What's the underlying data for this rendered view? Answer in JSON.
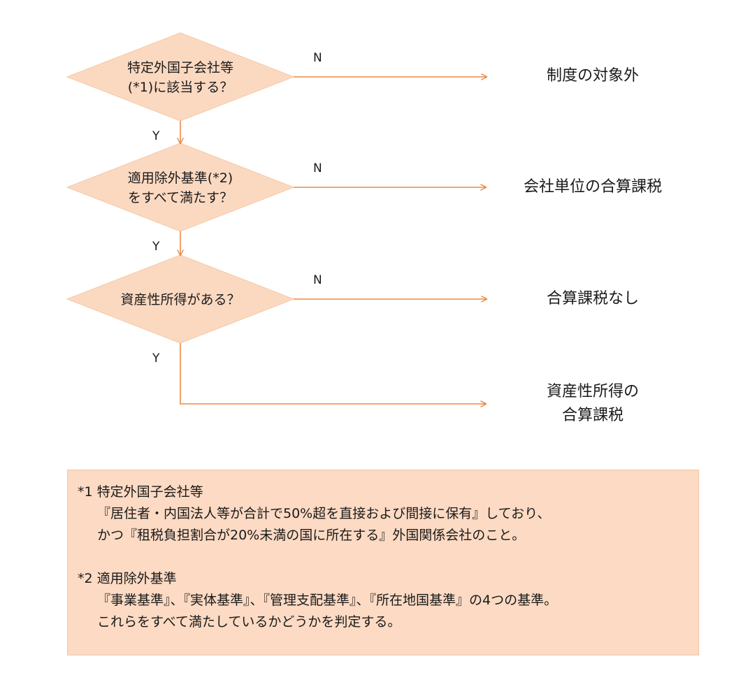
{
  "colors": {
    "diamond_fill": "#fbd9c1",
    "diamond_stroke": "#f5c9a6",
    "arrow": "#eb8a43",
    "highlight_fill": "#fbd9c1",
    "highlight_border": "#a35a24",
    "note_fill": "#fcdac3"
  },
  "flowchart": {
    "decisions": [
      {
        "lines": [
          "特定外国子会社等",
          "(*1)に該当する？"
        ],
        "no_label": "N",
        "yes_label": "Y"
      },
      {
        "lines": [
          "適用除外基準(*2)",
          "をすべて満たす？"
        ],
        "no_label": "N",
        "yes_label": "Y"
      },
      {
        "lines": [
          "資産性所得がある？"
        ],
        "no_label": "N",
        "yes_label": "Y"
      }
    ],
    "results": [
      {
        "lines": [
          "制度の対象外"
        ],
        "highlighted": false
      },
      {
        "lines": [
          "会社単位の合算課税"
        ],
        "highlighted": true
      },
      {
        "lines": [
          "合算課税なし"
        ],
        "highlighted": false
      },
      {
        "lines": [
          "資産性所得の",
          "合算課税"
        ],
        "highlighted": true
      }
    ]
  },
  "notes": [
    {
      "heading": "*1 特定外国子会社等",
      "lines": [
        "『居住者・内国法人等が合計で50%超を直接および間接に保有』しており、",
        "かつ『租税負担割合が20%未満の国に所在する』外国関係会社のこと。"
      ]
    },
    {
      "heading": "*2 適用除外基準",
      "lines": [
        "『事業基準』、『実体基準』、『管理支配基準』、『所在地国基準』の4つの基準。",
        "これらをすべて満たしているかどうかを判定する。"
      ]
    }
  ]
}
